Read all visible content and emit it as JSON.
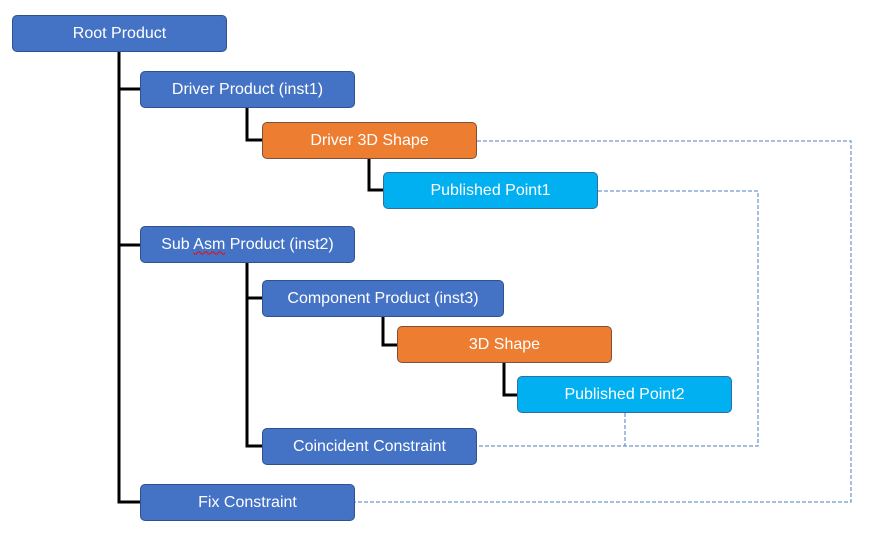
{
  "diagram": {
    "title": "Product assembly tree",
    "colors": {
      "product": "#4472c4",
      "shape": "#ed7d31",
      "point": "#00b0f0",
      "tree_line": "#000000",
      "link_line": "#4f7cc0"
    },
    "nodes": [
      {
        "id": "root",
        "label": "Root Product",
        "type": "product",
        "parent": null
      },
      {
        "id": "driver_product",
        "label": "Driver Product (inst1)",
        "type": "product",
        "parent": "root"
      },
      {
        "id": "driver_shape",
        "label": "Driver 3D Shape",
        "type": "shape",
        "parent": "driver_product"
      },
      {
        "id": "published_point1",
        "label": "Published Point1",
        "type": "point",
        "parent": "driver_shape"
      },
      {
        "id": "sub_asm",
        "label_parts": [
          "Sub ",
          "Asm",
          " Product (inst2)"
        ],
        "label": "Sub Asm Product (inst2)",
        "type": "product",
        "parent": "root"
      },
      {
        "id": "component",
        "label": "Component Product (inst3)",
        "type": "product",
        "parent": "sub_asm"
      },
      {
        "id": "shape3d",
        "label": "3D Shape",
        "type": "shape",
        "parent": "component"
      },
      {
        "id": "published_point2",
        "label": "Published Point2",
        "type": "point",
        "parent": "shape3d"
      },
      {
        "id": "coincident",
        "label": "Coincident Constraint",
        "type": "product",
        "parent": "sub_asm"
      },
      {
        "id": "fix",
        "label": "Fix Constraint",
        "type": "product",
        "parent": "root"
      }
    ],
    "links": [
      {
        "from": "driver_shape",
        "to": "fix",
        "style": "dashed"
      },
      {
        "from": "published_point1",
        "to": "coincident",
        "style": "dashed"
      },
      {
        "from": "published_point2",
        "to": "coincident",
        "style": "dashed"
      }
    ]
  }
}
